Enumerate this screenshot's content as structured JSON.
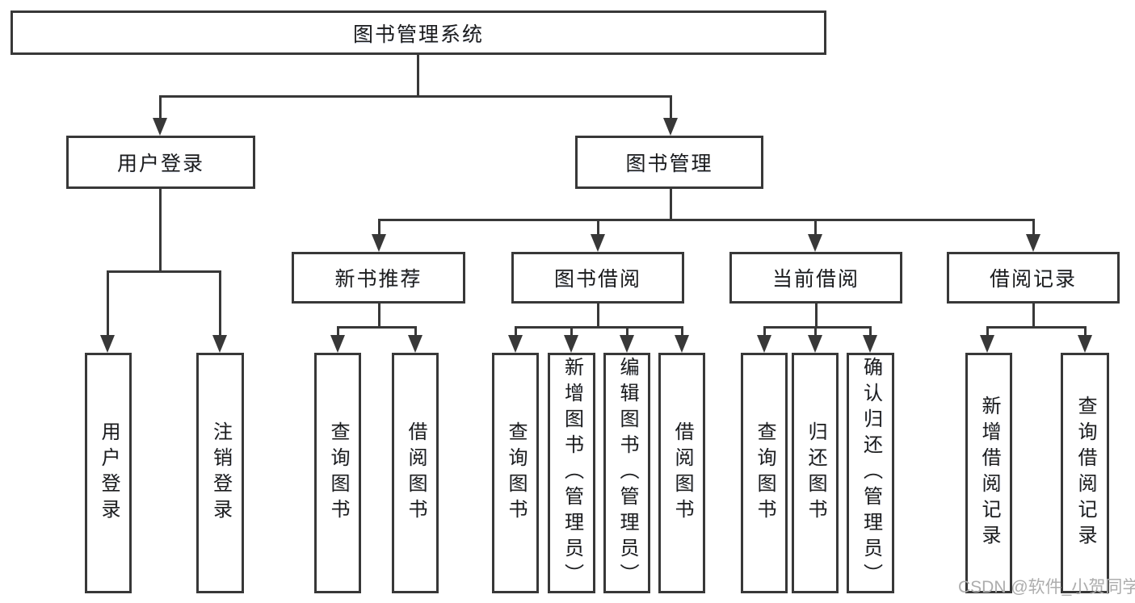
{
  "root": {
    "label": "图书管理系统"
  },
  "branches": [
    {
      "label": "用户登录",
      "children": [
        {
          "label": "用户登录"
        },
        {
          "label": "注销登录"
        }
      ]
    },
    {
      "label": "图书管理",
      "sections": [
        {
          "label": "新书推荐",
          "children": [
            {
              "label": "查询图书"
            },
            {
              "label": "借阅图书"
            }
          ]
        },
        {
          "label": "图书借阅",
          "children": [
            {
              "label": "查询图书"
            },
            {
              "label": "新增图书（管理员）"
            },
            {
              "label": "编辑图书（管理员）"
            },
            {
              "label": "借阅图书"
            }
          ]
        },
        {
          "label": "当前借阅",
          "children": [
            {
              "label": "查询图书"
            },
            {
              "label": "归还图书"
            },
            {
              "label": "确认归还（管理员）"
            }
          ]
        },
        {
          "label": "借阅记录",
          "children": [
            {
              "label": "新增借阅记录"
            },
            {
              "label": "查询借阅记录"
            }
          ]
        }
      ]
    }
  ],
  "watermark": {
    "text": "CSDN @软件_小贺同学"
  },
  "colors": {
    "line": "#383838",
    "box_border": "#383838",
    "text": "#1c1c1c",
    "background": "#ffffff",
    "watermark": "#adadad"
  }
}
